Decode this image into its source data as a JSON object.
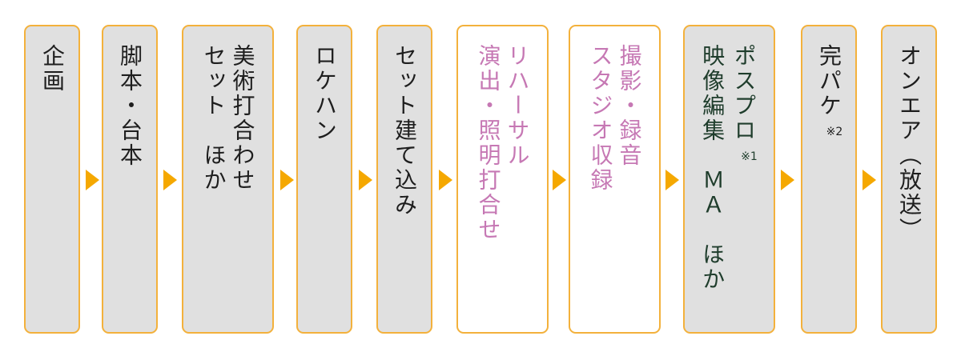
{
  "colors": {
    "border": "#f3b13c",
    "arrow": "#f5a800",
    "box_gray": "#e0e0e0",
    "box_white": "#ffffff",
    "text_dark": "#1e1e1e",
    "text_pink": "#c678b4",
    "text_green": "#1f3d2c"
  },
  "steps": [
    {
      "lines": [
        "企画"
      ]
    },
    {
      "lines": [
        "脚本・台本"
      ]
    },
    {
      "lines": [
        "美術打合わせ",
        "セット　ほか"
      ]
    },
    {
      "lines": [
        "ロケハン"
      ]
    },
    {
      "lines": [
        "セット建て込み"
      ]
    },
    {
      "lines": [
        "リハーサル",
        "演出・照明打合せ"
      ]
    },
    {
      "lines": [
        "撮影・録音",
        "スタジオ収録"
      ]
    },
    {
      "lines": [
        "ポスプロ",
        "映像編集　ＭＡ　ほか"
      ],
      "note": "※1"
    },
    {
      "lines": [
        "完パケ"
      ],
      "note": "※2"
    },
    {
      "lines": [
        "オンエア（放送）"
      ]
    }
  ]
}
